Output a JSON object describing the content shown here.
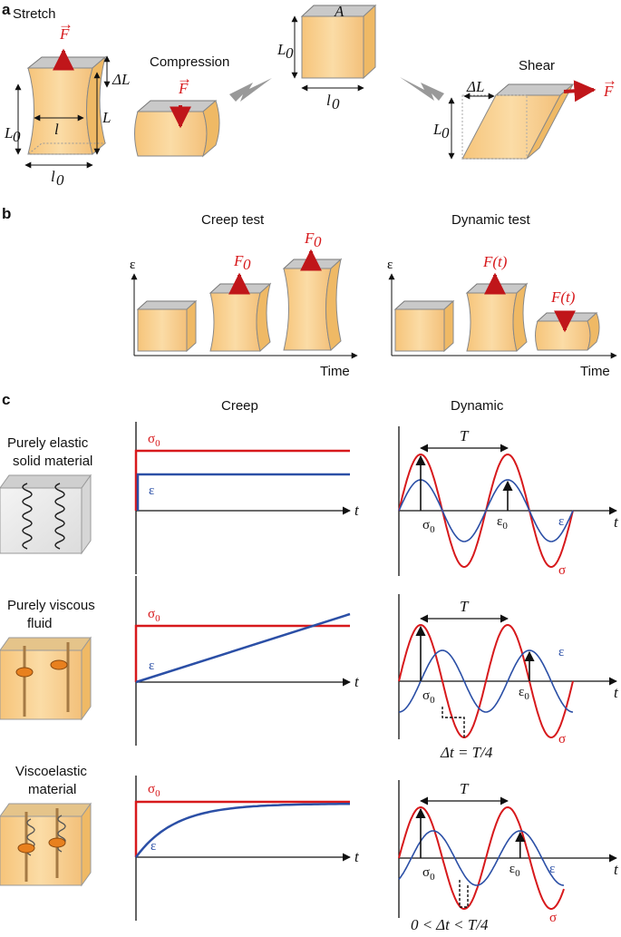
{
  "panels": {
    "a": "a",
    "b": "b",
    "c": "c"
  },
  "a": {
    "stretch": "Stretch",
    "compression": "Compression",
    "shear": "Shear",
    "force": "F",
    "L0": "L",
    "L0_sub": "0",
    "L": "L",
    "dL": "ΔL",
    "l": "l",
    "l0": "l",
    "l0_sub": "0",
    "A": "A"
  },
  "b": {
    "creep_title": "Creep test",
    "dynamic_title": "Dynamic test",
    "eps": "ε",
    "time": "Time",
    "F0": "F",
    "F0_sub": "0",
    "Ft": "F(t)"
  },
  "c": {
    "creep": "Creep",
    "dynamic": "Dynamic",
    "row1": [
      "Purely elastic",
      "solid material"
    ],
    "row2": [
      "Purely viscous",
      "fluid"
    ],
    "row3": [
      "Viscoelastic",
      "material"
    ],
    "sigma0": "σ",
    "sub0": "0",
    "eps": "ε",
    "sigma": "σ",
    "eps0": "ε",
    "T": "T",
    "t": "t",
    "dt1": "Δt = T/4",
    "dt2": "0 < Δt < T/4"
  },
  "colors": {
    "red": "#d7191c",
    "blue": "#2b4fa6",
    "cube": "#f7cf8e",
    "cubeTop": "#c8c8c8"
  }
}
